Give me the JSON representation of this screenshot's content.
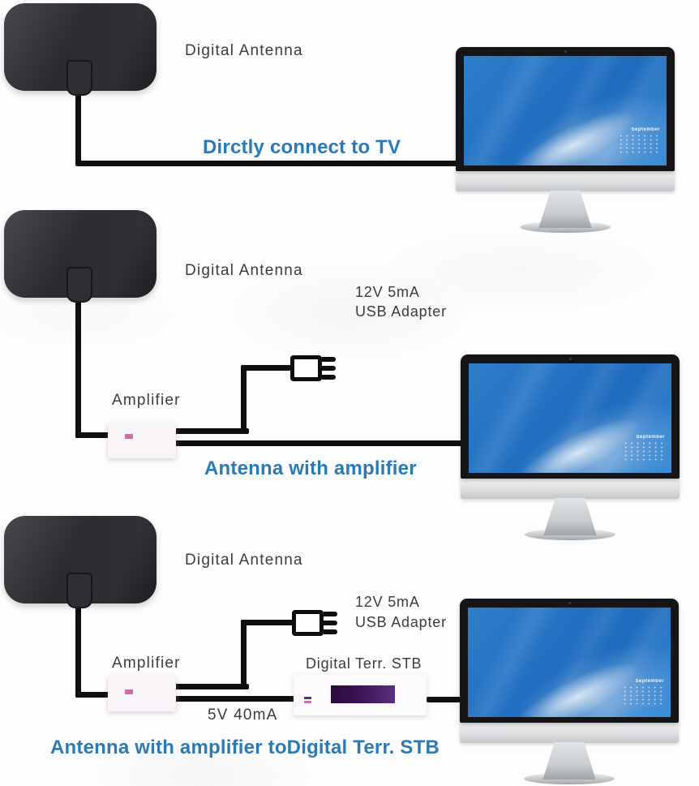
{
  "title": "Digital antenna TV connection diagram",
  "colors": {
    "heading_blue": "#2b7ab5",
    "label_gray": "#3c3c3c",
    "cable_black": "#0f0f10",
    "stb_stripe_purple": "#3c1356",
    "led_pink": "#cb6fa6"
  },
  "monitor": {
    "calendar_month": "September"
  },
  "rows": [
    {
      "antenna_label": "Digital Antenna",
      "heading": "Dirctly connect to TV"
    },
    {
      "antenna_label": "Digital Antenna",
      "adapter_spec": "12V 5mA",
      "adapter_name": "USB Adapter",
      "amplifier_label": "Amplifier",
      "heading": "Antenna with amplifier"
    },
    {
      "antenna_label": "Digital Antenna",
      "adapter_spec": "12V 5mA",
      "adapter_name": "USB Adapter",
      "amplifier_label": "Amplifier",
      "stb_label": "Digital Terr. STB",
      "cable_spec": "5V 40mA",
      "heading": "Antenna with amplifier toDigital Terr. STB"
    }
  ]
}
